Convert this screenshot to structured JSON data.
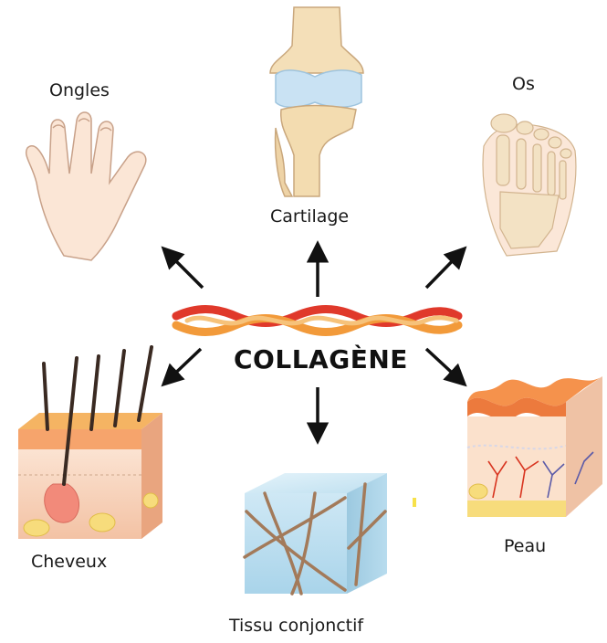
{
  "center": {
    "title": "COLLAGÈNE"
  },
  "items": [
    {
      "key": "ongles",
      "label": "Ongles"
    },
    {
      "key": "cartilage",
      "label": "Cartilage"
    },
    {
      "key": "os",
      "label": "Os"
    },
    {
      "key": "cheveux",
      "label": "Cheveux"
    },
    {
      "key": "tissu",
      "label": "Tissu conjonctif"
    },
    {
      "key": "peau",
      "label": "Peau"
    }
  ],
  "colors": {
    "arrow": "#111111",
    "fiber_red": "#e0392b",
    "fiber_orange": "#f29a3a",
    "skin": "#f6c7a8",
    "bone": "#f3e2c4",
    "cartilage": "#bcd9ee",
    "cube": "#bfe0f0"
  }
}
